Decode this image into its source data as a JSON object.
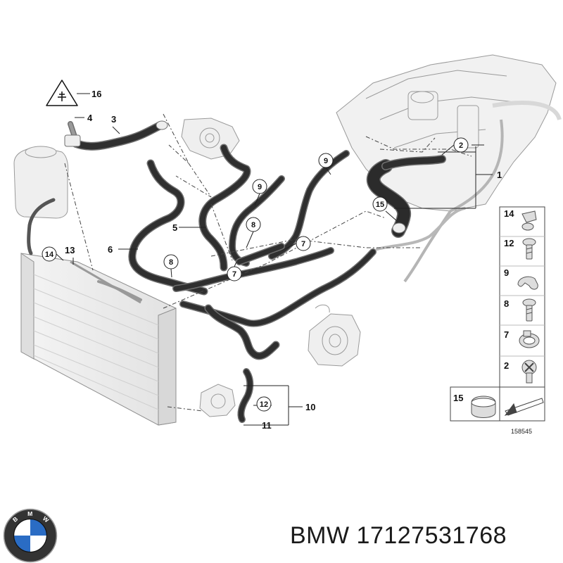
{
  "diagram": {
    "callouts": {
      "c1": "1",
      "c2": "2",
      "c3": "3",
      "c4": "4",
      "c5": "5",
      "c6": "6",
      "c7a": "7",
      "c7b": "7",
      "c8a": "8",
      "c8b": "8",
      "c9a": "9",
      "c9b": "9",
      "c10": "10",
      "c11": "11",
      "c12": "12",
      "c13": "13",
      "c14": "14",
      "c15": "15",
      "c16": "16"
    },
    "legend": [
      {
        "number": "14",
        "icon": "clip-icon"
      },
      {
        "number": "12",
        "icon": "screw-icon"
      },
      {
        "number": "9",
        "icon": "hose-clip-icon"
      },
      {
        "number": "8",
        "icon": "screw-icon"
      },
      {
        "number": "7",
        "icon": "clamp-icon"
      },
      {
        "number": "2",
        "icon": "cross-head-screw-icon"
      }
    ],
    "legend_bottom_number": "15",
    "reference_number": "158545"
  },
  "brand_logo_letters": "BMW",
  "part_code": "BMW 17127531768",
  "colors": {
    "hose": "#2f2f2f",
    "outline": "#6f6f6f",
    "line": "#333333",
    "component": "#eeeeee"
  }
}
